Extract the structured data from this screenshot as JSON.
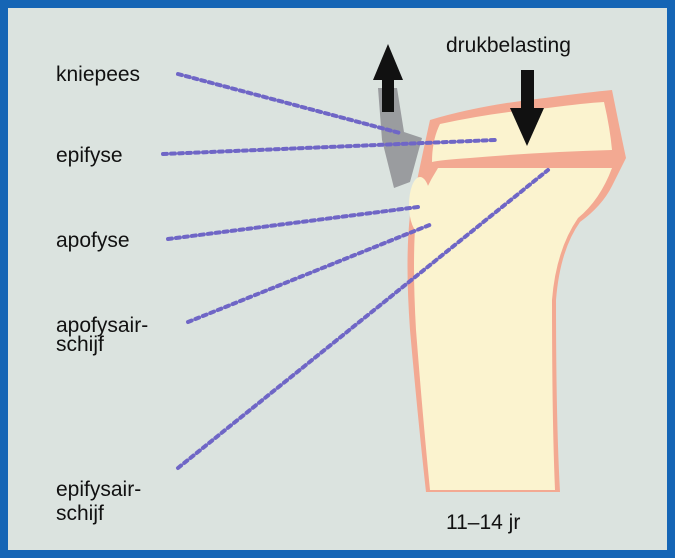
{
  "labels": {
    "kniepees": "kniepees",
    "epifyse": "epifyse",
    "apofyse": "apofyse",
    "apofysairschijf_line1": "apofysair-",
    "apofysairschijf_line2": "schijf",
    "epifysairschijf_line1": "epifysair-",
    "epifysairschijf_line2": "schijf",
    "drukbelasting": "drukbelasting",
    "age": "11–14 jr"
  },
  "colors": {
    "frame_border": "#1565b5",
    "background": "#dbe3df",
    "bone_fill": "#fbf3cf",
    "growth_plate": "#f3a992",
    "tendon": "#9a9c9f",
    "leader_line": "#6f66c6",
    "arrow": "#111111"
  },
  "icons": {
    "pull_arrow": "arrow-up-icon",
    "load_arrow": "arrow-down-icon"
  }
}
